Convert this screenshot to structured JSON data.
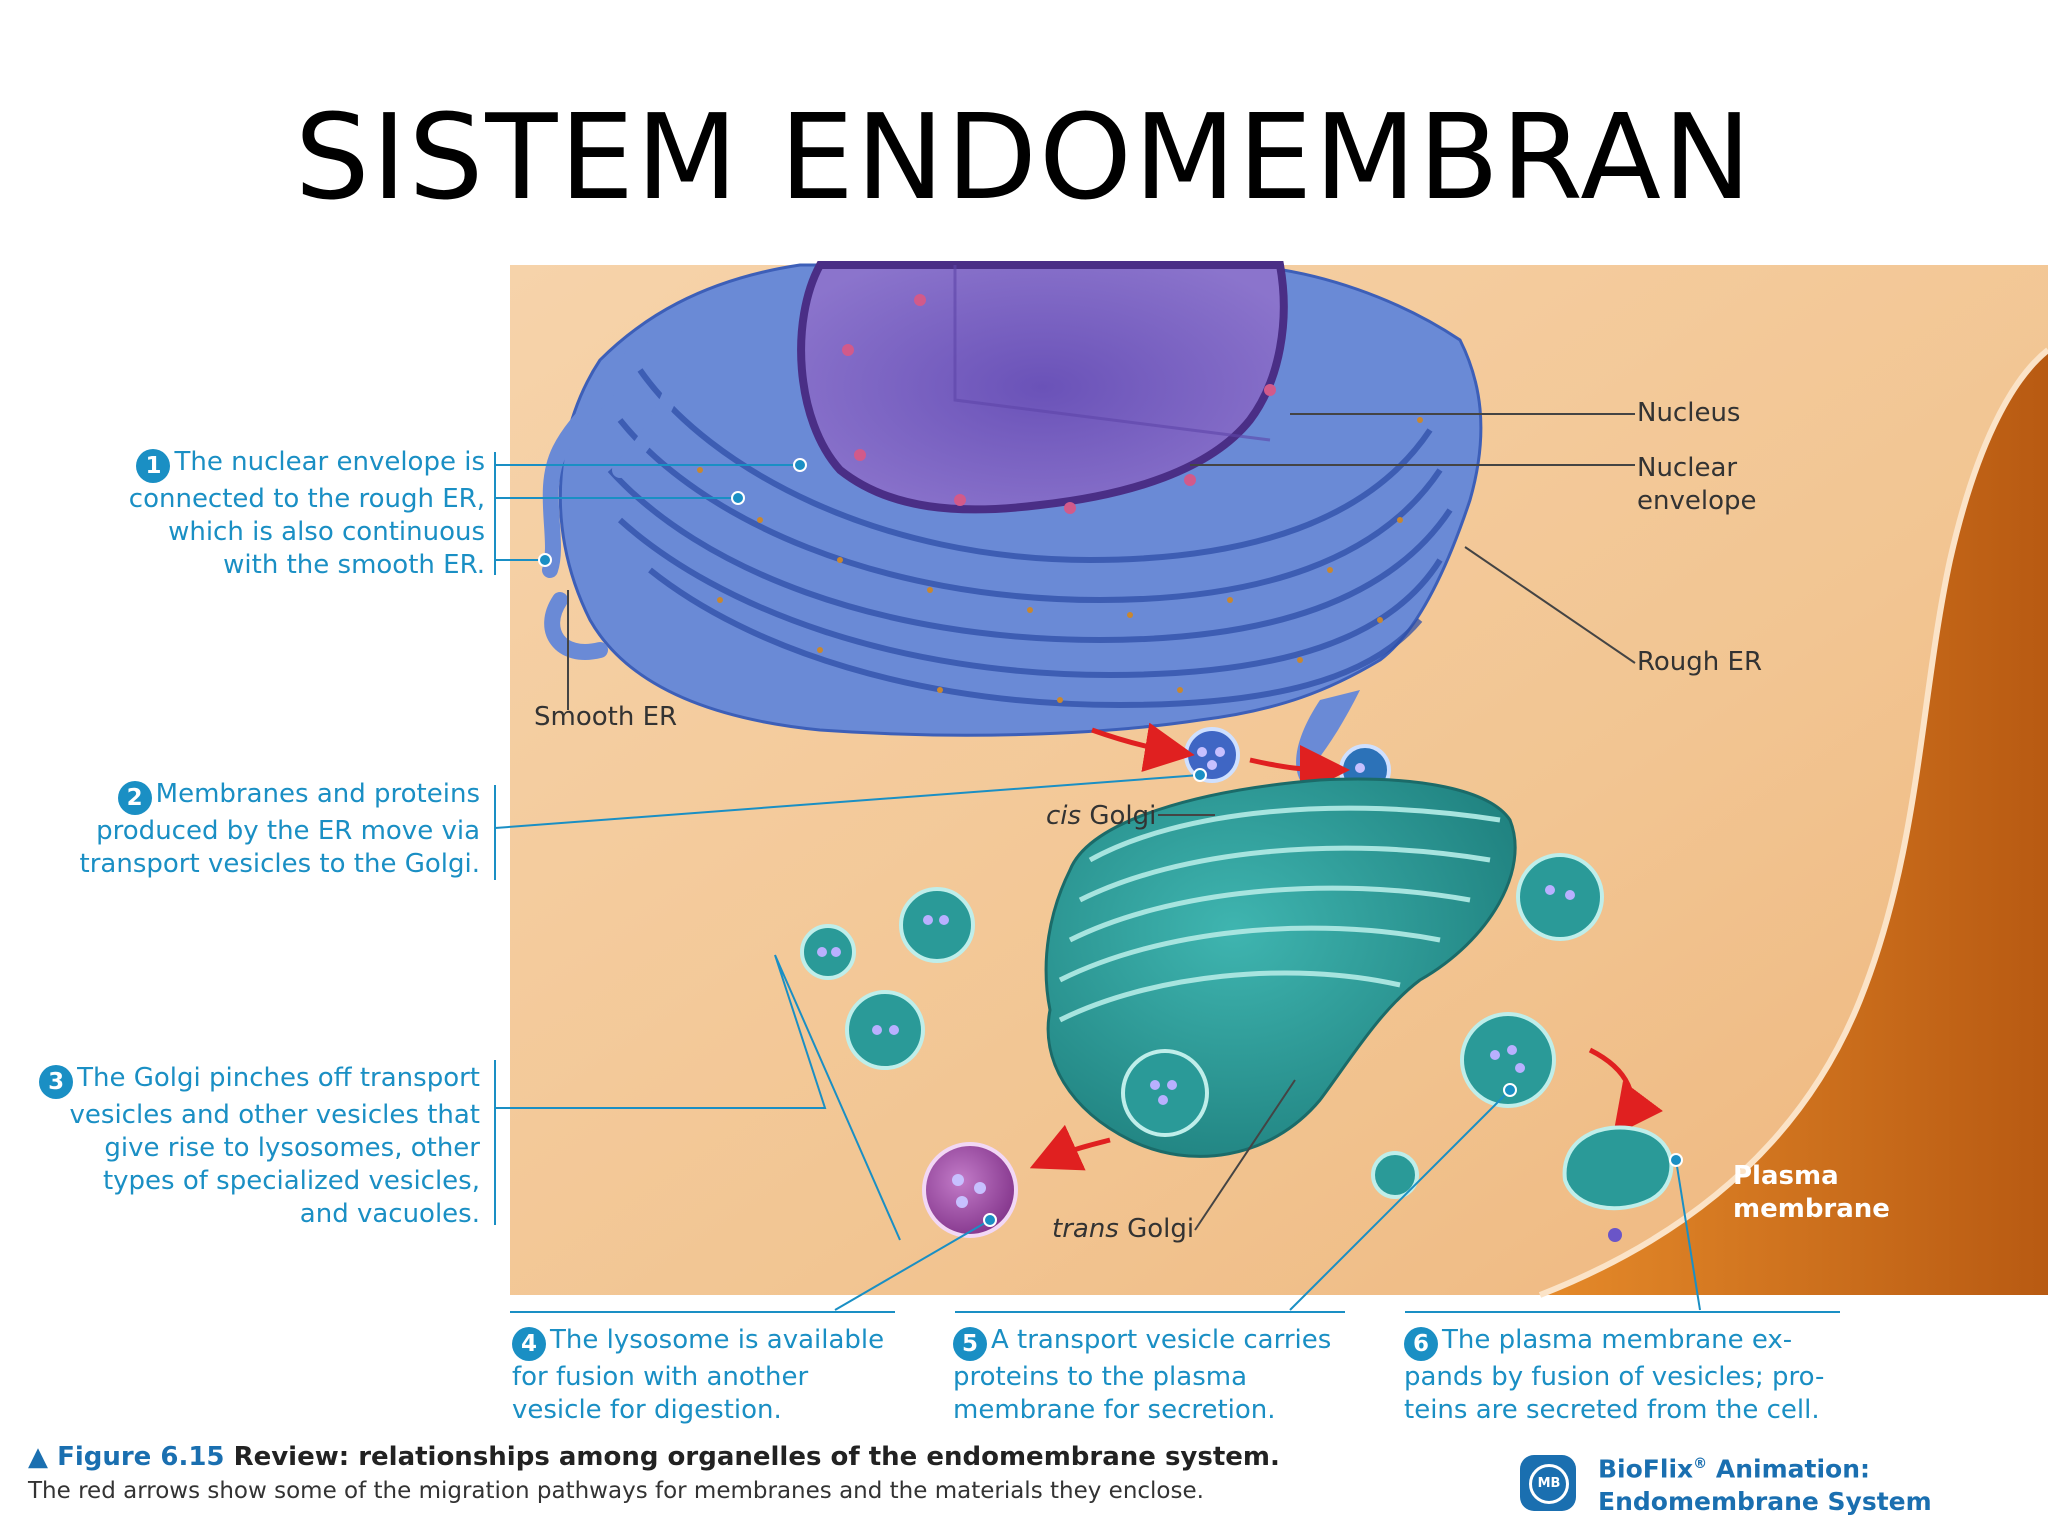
{
  "title": "SISTEM ENDOMEMBRAN",
  "callouts": {
    "c1": {
      "num": "1",
      "lines": [
        "The nuclear envelope is",
        "connected to the rough ER,",
        "which is also continuous",
        "with the smooth ER."
      ]
    },
    "c2": {
      "num": "2",
      "lines": [
        "Membranes and proteins",
        "produced by the ER move via",
        "transport vesicles to the Golgi."
      ]
    },
    "c3": {
      "num": "3",
      "lines": [
        "The Golgi pinches off transport",
        "vesicles and other vesicles that",
        "give rise to lysosomes, other",
        "types of specialized vesicles,",
        "and vacuoles."
      ]
    },
    "c4": {
      "num": "4",
      "lines": [
        "The lysosome is available",
        "for fusion with another",
        "vesicle for digestion."
      ]
    },
    "c5": {
      "num": "5",
      "lines": [
        "A transport vesicle carries",
        "proteins to the plasma",
        "membrane for secretion."
      ]
    },
    "c6": {
      "num": "6",
      "lines": [
        "The plasma membrane ex-",
        "pands by fusion of vesicles; pro-",
        "teins are secreted from the cell."
      ]
    }
  },
  "labels": {
    "nucleus": "Nucleus",
    "nuclear_envelope": [
      "Nuclear",
      "envelope"
    ],
    "rough_er": "Rough ER",
    "smooth_er": "Smooth ER",
    "cis_golgi_prefix": "cis",
    "cis_golgi": "Golgi",
    "trans_golgi_prefix": "trans",
    "trans_golgi": "Golgi",
    "plasma_membrane": [
      "Plasma",
      "membrane"
    ]
  },
  "figure": {
    "arrow": "▲",
    "number": "Figure 6.15",
    "heading": "Review: relationships among organelles of the endomembrane system.",
    "caption": "The red arrows show some of the migration pathways for membranes and the materials they enclose."
  },
  "bioflix": {
    "badge": "MB",
    "line1": "BioFlix",
    "reg": "®",
    "line1_rest": " Animation:",
    "line2": "Endomembrane System"
  },
  "colors": {
    "callout": "#1a8fc4",
    "cytoplasm": "#f3c99a",
    "er": "#5a7fd0",
    "golgi": "#2a9a98",
    "lysosome": "#9a3fa0",
    "arrow": "#e02020"
  }
}
